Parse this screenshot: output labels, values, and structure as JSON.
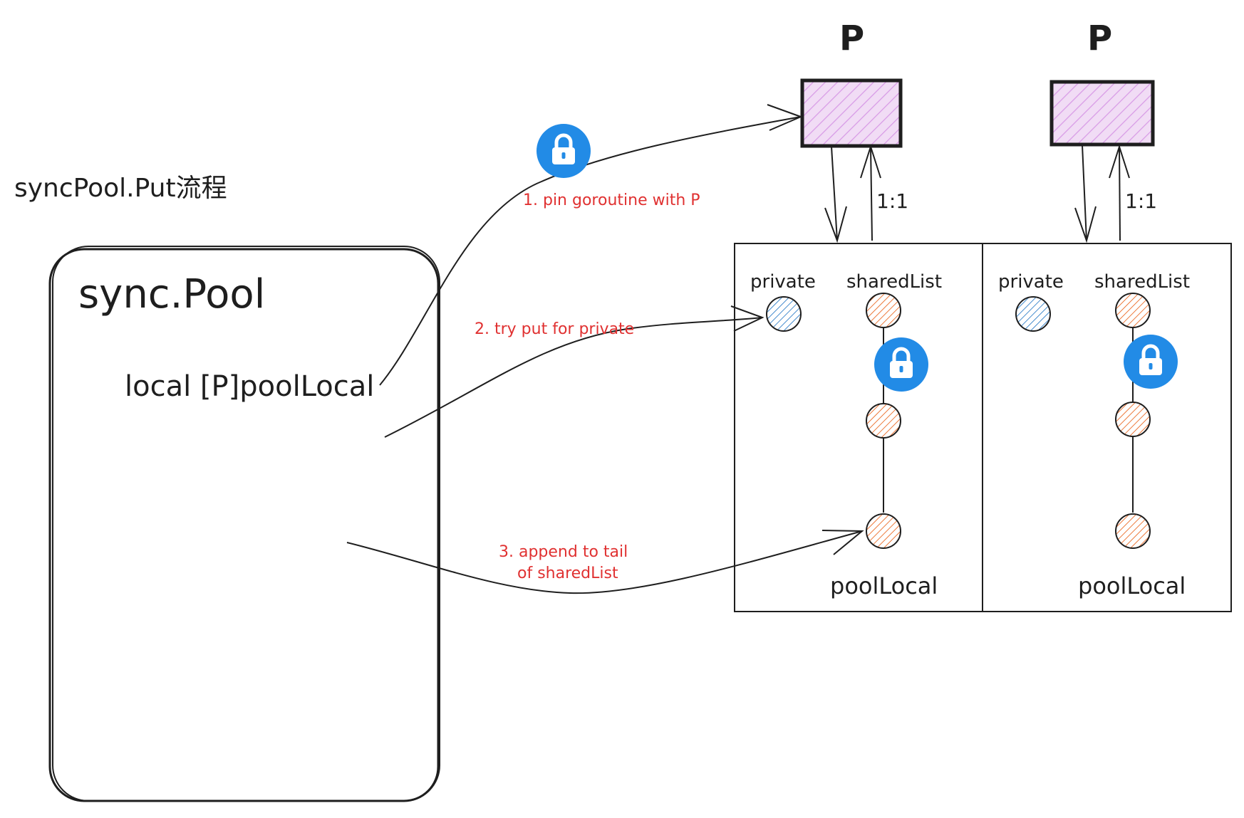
{
  "title": "syncPool.Put流程",
  "pool": {
    "name": "sync.Pool",
    "field": "local [P]poolLocal"
  },
  "processors": [
    {
      "label": "P",
      "ratio": "1:1",
      "local": {
        "private_label": "private",
        "shared_label": "sharedList",
        "name": "poolLocal"
      }
    },
    {
      "label": "P",
      "ratio": "1:1",
      "local": {
        "private_label": "private",
        "shared_label": "sharedList",
        "name": "poolLocal"
      }
    }
  ],
  "steps": {
    "pin": "1. pin goroutine with P",
    "private": "2. try put for private",
    "append_line1": "3. append to tail",
    "append_line2": "of sharedList"
  },
  "colors": {
    "stroke": "#1e1e1e",
    "processor_fill": "#e8c7f0",
    "processor_hatch": "#d89be6",
    "private_hatch": "#1971c2",
    "shared_hatch": "#e8590c",
    "lock_badge": "#228be6",
    "note_text": "#e03131"
  },
  "icons": {
    "lock": "lock-icon"
  }
}
